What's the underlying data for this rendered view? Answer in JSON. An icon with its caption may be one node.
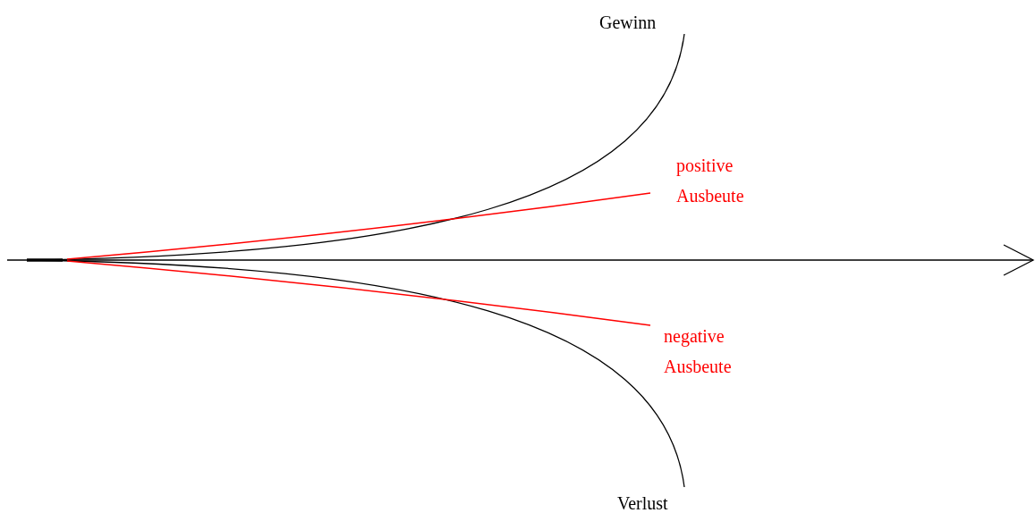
{
  "diagram": {
    "labels": [
      "Gewinn",
      "positive Ausbeute",
      "negative Ausbeute",
      "Verlust"
    ]
  }
}
